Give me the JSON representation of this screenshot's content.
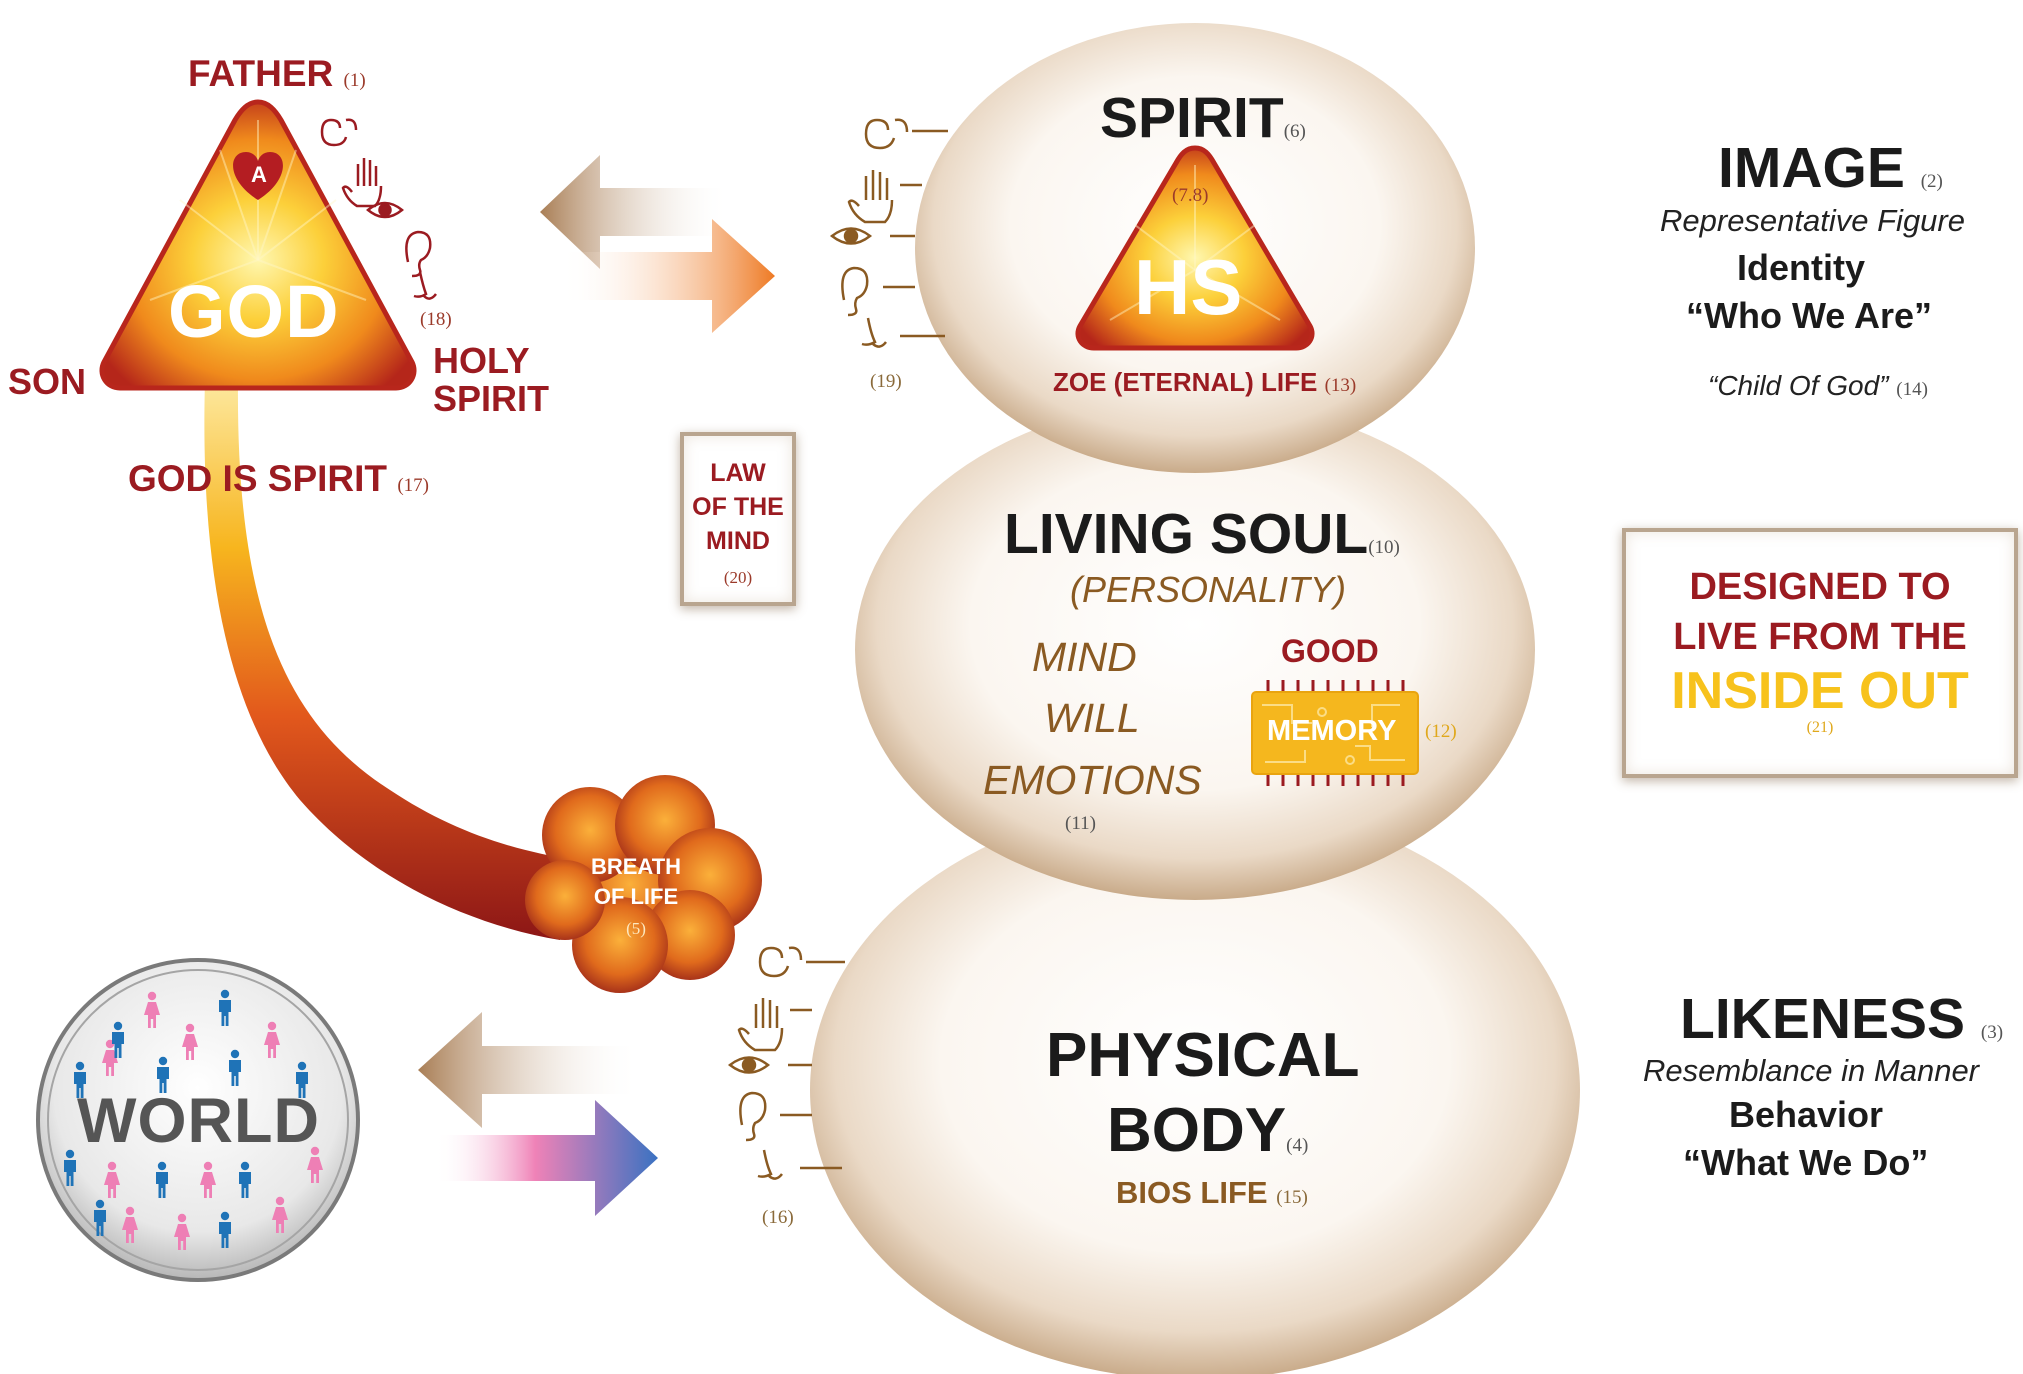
{
  "god": {
    "father_label": "FATHER",
    "father_ref": "(1)",
    "center_label": "GOD",
    "heart_letter": "A",
    "son_label": "SON",
    "holy_label_1": "HOLY",
    "holy_label_2": "SPIRIT",
    "senses_ref": "(18)",
    "statement": "GOD IS SPIRIT",
    "statement_ref": "(17)"
  },
  "breath": {
    "line1": "BREATH",
    "line2": "OF LIFE",
    "ref": "(5)"
  },
  "spirit": {
    "title": "SPIRIT",
    "title_ref": "(6)",
    "hs_label": "HS",
    "hs_ref": "(7.8)",
    "life_label": "ZOE (ETERNAL) LIFE",
    "life_ref": "(13)",
    "senses_ref": "(19)"
  },
  "law_box": {
    "line1": "LAW",
    "line2": "OF THE",
    "line3": "MIND",
    "ref": "(20)"
  },
  "soul": {
    "title": "LIVING SOUL",
    "title_ref": "(10)",
    "subtitle": "(PERSONALITY)",
    "items": [
      "MIND",
      "WILL",
      "EMOTIONS"
    ],
    "items_ref": "(11)",
    "good_label": "GOOD",
    "memory_label": "MEMORY",
    "memory_ref": "(12)"
  },
  "body": {
    "title1": "PHYSICAL",
    "title2": "BODY",
    "title_ref": "(4)",
    "life_label": "BIOS LIFE",
    "life_ref": "(15)",
    "senses_ref": "(16)"
  },
  "world": {
    "label": "WORLD"
  },
  "image": {
    "title": "IMAGE",
    "ref": "(2)",
    "subtitle": "Representative Figure",
    "identity": "Identity",
    "quote": "“Who We Are”",
    "child": "“Child Of God”",
    "child_ref": "(14)"
  },
  "designed_box": {
    "line1": "DESIGNED TO",
    "line2": "LIVE FROM THE",
    "line3": "INSIDE OUT",
    "ref": "(21)"
  },
  "likeness": {
    "title": "LIKENESS",
    "ref": "(3)",
    "subtitle": "Resemblance in Manner",
    "behavior": "Behavior",
    "quote": "“What We Do”"
  },
  "colors": {
    "red_text": "#9b1b21",
    "brown_text": "#8a5a22",
    "orange": "#f28a1e",
    "yellow": "#f7c21c",
    "pink": "#ee7fb5",
    "blue": "#1f73b7",
    "orb_tan": "#c9ab8a"
  },
  "icons": [
    "tongue-icon",
    "hand-icon",
    "eye-icon",
    "ear-icon",
    "nose-icon",
    "heart-icon",
    "male-figure-icon",
    "female-figure-icon",
    "memory-chip-icon"
  ]
}
